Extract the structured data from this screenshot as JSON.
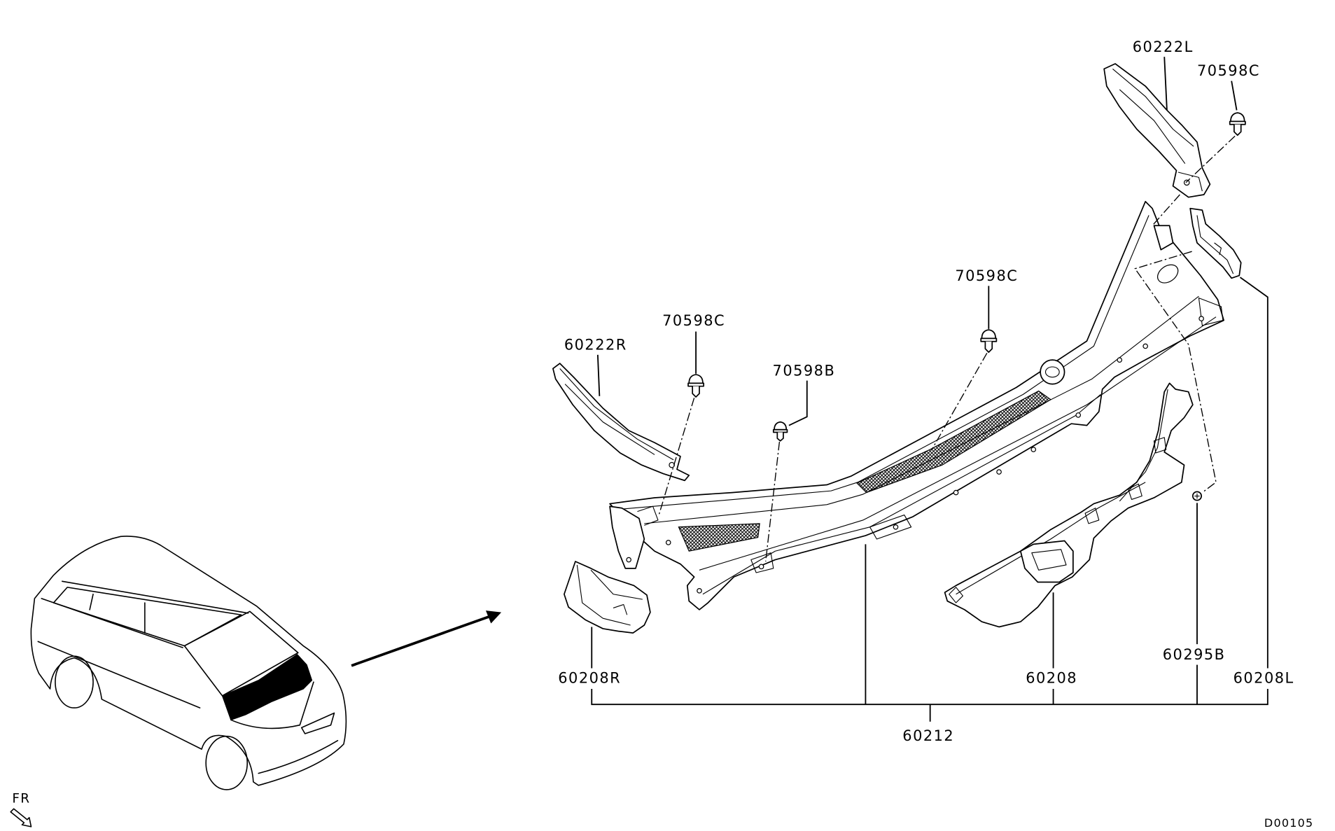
{
  "labels": {
    "part_60222L": "60222L",
    "clip_70598C_top": "70598C",
    "clip_70598C_center": "70598C",
    "clip_70598C_left": "70598C",
    "part_60222R": "60222R",
    "clip_70598B": "70598B",
    "part_60208R": "60208R",
    "part_60208": "60208",
    "part_60295B": "60295B",
    "part_60208L": "60208L",
    "assembly_60212": "60212"
  },
  "direction_label": "FR",
  "diagram_code": "D00105",
  "colors": {
    "line": "#000000",
    "background": "#ffffff"
  }
}
